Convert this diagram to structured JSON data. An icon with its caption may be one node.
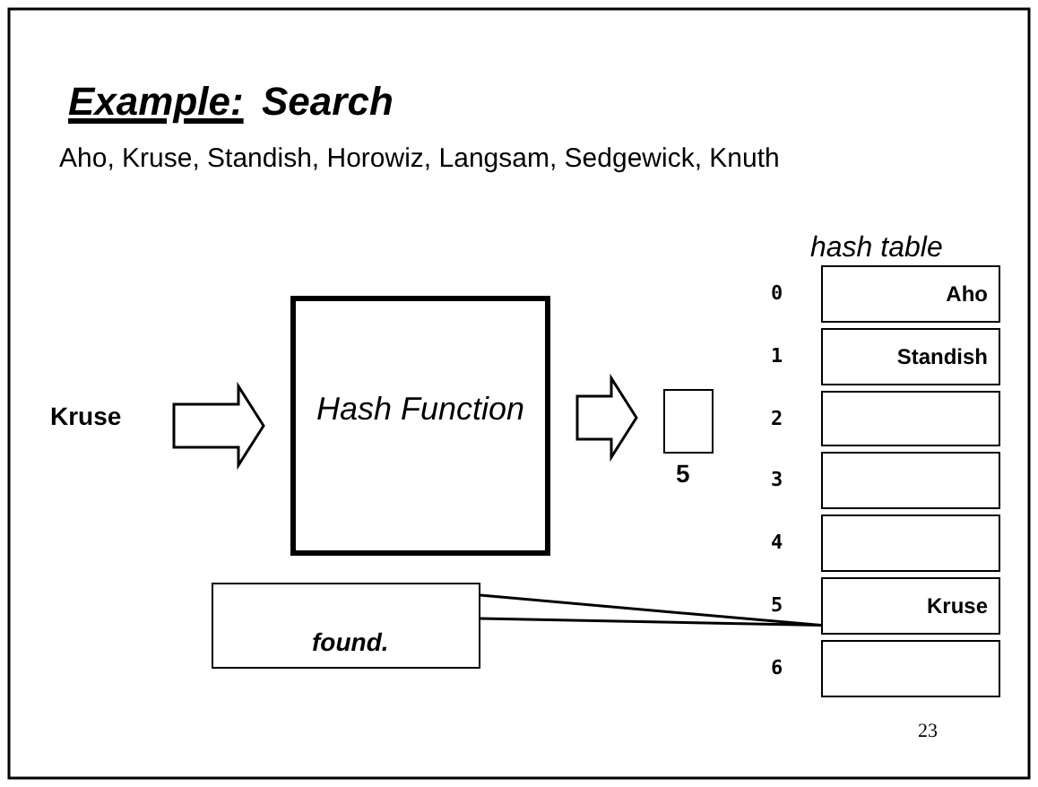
{
  "diagram": {
    "title": "Search",
    "nodes": [
      {
        "text": [
          "Kruse"
        ]
      },
      {
        "text": [
          "Hash Function"
        ]
      },
      {
        "text": [],
        "shape": "box",
        "beside": [
          "5"
        ]
      },
      {
        "text": [
          "hash table"
        ]
      },
      {
        "text": [
          "Aho"
        ],
        "in": 3,
        "beside": [
          "0"
        ]
      },
      {
        "text": [
          "Standish"
        ],
        "in": 3,
        "beside": [
          "1"
        ]
      },
      {
        "text": [],
        "shape": "box",
        "in": 3,
        "beside": [
          "2"
        ]
      },
      {
        "text": [],
        "shape": "box",
        "in": 3,
        "beside": [
          "3"
        ]
      },
      {
        "text": [],
        "shape": "box",
        "in": 3,
        "beside": [
          "4"
        ]
      },
      {
        "text": [
          "Kruse"
        ],
        "in": 3,
        "beside": [
          "5"
        ]
      },
      {
        "text": [],
        "shape": "box",
        "in": 3,
        "beside": [
          "6"
        ]
      },
      {
        "text": [
          "found."
        ]
      }
    ],
    "edges": [
      {
        "from": 0,
        "to": 1,
        "arrow": "to",
        "style": "thick"
      },
      {
        "from": 1,
        "to": 2,
        "arrow": "to",
        "style": "thick"
      },
      {
        "from": 11,
        "to": 9,
        "arrow": "none"
      }
    ],
    "labels": [
      "Example:",
      "Aho, Kruse, Standish, Horowiz, Langsam, Sedgewick, Knuth",
      "23"
    ]
  }
}
